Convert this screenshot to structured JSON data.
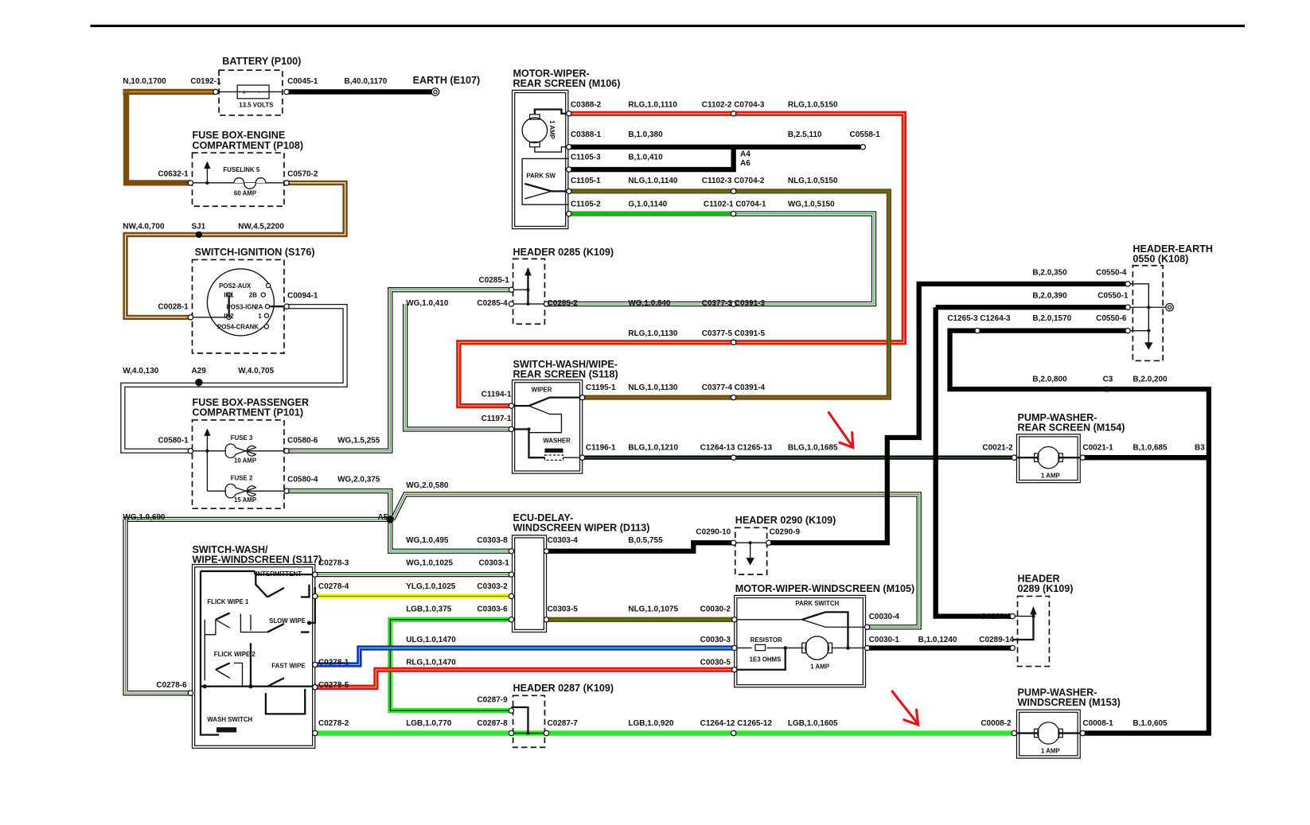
{
  "colors": {
    "N": "#7a4a0e",
    "B": "#000000",
    "W": "#ffffff",
    "G": "#22b022",
    "LG": "#2ee62e",
    "R": "#e3141c",
    "Y": "#f0f01a",
    "U": "#1030b0",
    "stripe_green": "#2a9a2a",
    "stripe_yellow": "#d6b84a",
    "annotation_arrow": "#e3141c"
  },
  "components": {
    "battery": {
      "title": "BATTERY (P100)",
      "rating": "13.5 VOLTS",
      "pos": "+",
      "neg": "−"
    },
    "earth_e107": {
      "title": "EARTH (E107)"
    },
    "fusebox_engine": {
      "title1": "FUSE BOX-ENGINE",
      "title2": "COMPARTMENT (P108)",
      "fuse": "FUSELINK 5",
      "rating": "60 AMP"
    },
    "switch_ignition": {
      "title": "SWITCH-IGNITION (S176)",
      "pos2": "POS2-AUX",
      "in1": "IN1",
      "p2b": "2B",
      "pos3": "POS3-IGN",
      "p2a": "2A",
      "in2": "IN2",
      "p1": "1",
      "pos4": "POS4-CRANK"
    },
    "fusebox_passenger": {
      "title1": "FUSE BOX-PASSENGER",
      "title2": "COMPARTMENT (P101)",
      "fuse3": "FUSE 3",
      "fuse3_rating": "10 AMP",
      "fuse2": "FUSE 2",
      "fuse2_rating": "15 AMP"
    },
    "switch_windscreen": {
      "title1": "SWITCH-WASH/",
      "title2": "WIPE-WINDSCREEN (S117)",
      "intermittent": "INTERMITTENT",
      "flick1": "FLICK WIPE 1",
      "slow": "SLOW WIPE",
      "flick2": "FLICK WIPE 2",
      "fast": "FAST WIPE",
      "wash": "WASH SWITCH"
    },
    "motor_rear": {
      "title1": "MOTOR-WIPER-",
      "title2": "REAR SCREEN (M106)",
      "rating": "1 AMP",
      "park": "PARK SW"
    },
    "header_0285": {
      "title": "HEADER 0285 (K109)"
    },
    "switch_rear": {
      "title1": "SWITCH-WASH/WIPE-",
      "title2": "REAR SCREEN (S118)",
      "wiper": "WIPER",
      "washer": "WASHER"
    },
    "ecu_delay": {
      "title1": "ECU-DELAY-",
      "title2": "WINDSCREEN WIPER (D113)"
    },
    "header_0290": {
      "title": "HEADER 0290 (K109)"
    },
    "motor_windscreen": {
      "title": "MOTOR-WIPER-WINDSCREEN (M105)",
      "park": "PARK SWITCH",
      "resistor": "RESISTOR",
      "ohms": "1E3 OHMS",
      "rating": "1 AMP"
    },
    "header_0287": {
      "title": "HEADER 0287 (K109)"
    },
    "header_earth_0550": {
      "title1": "HEADER-EARTH",
      "title2": "0550 (K108)"
    },
    "header_0289": {
      "title1": "HEADER",
      "title2": "0289 (K109)"
    },
    "pump_rear": {
      "title1": "PUMP-WASHER-",
      "title2": "REAR SCREEN (M154)",
      "rating": "1 AMP"
    },
    "pump_windscreen": {
      "title1": "PUMP-WASHER-",
      "title2": "WINDSCREEN (M153)",
      "rating": "1 AMP"
    }
  },
  "connectors": {
    "c0192_1": "C0192-1",
    "c0045_1": "C0045-1",
    "c0632_1": "C0632-1",
    "c0570_2": "C0570-2",
    "c0028_1": "C0028-1",
    "c0094_1": "C0094-1",
    "c0580_1": "C0580-1",
    "c0580_6": "C0580-6",
    "c0580_4": "C0580-4",
    "c0278_3": "C0278-3",
    "c0278_4": "C0278-4",
    "c0278_1": "C0278-1",
    "c0278_5": "C0278-5",
    "c0278_6": "C0278-6",
    "c0278_2": "C0278-2",
    "c0388_2": "C0388-2",
    "c0388_1": "C0388-1",
    "c1105_3": "C1105-3",
    "c1105_1": "C1105-1",
    "c1105_2": "C1105-2",
    "c1102_2": "C1102-2 C0704-3",
    "c1102_3": "C1102-3 C0704-2",
    "c1102_1": "C1102-1 C0704-1",
    "c0558_1": "C0558-1",
    "c0285_1": "C0285-1",
    "c0285_4": "C0285-4",
    "c0285_2": "C0285-2",
    "c0377_3": "C0377-3 C0391-3",
    "c0377_5": "C0377-5 C0391-5",
    "c0377_4": "C0377-4 C0391-4",
    "c1194_1": "C1194-1",
    "c1197_1": "C1197-1",
    "c1195_1": "C1195-1",
    "c1196_1": "C1196-1",
    "c1264_13": "C1264-13 C1265-13",
    "c0303_8": "C0303-8",
    "c0303_1": "C0303-1",
    "c0303_2": "C0303-2",
    "c0303_6": "C0303-6",
    "c0303_4": "C0303-4",
    "c0303_5": "C0303-5",
    "c0290_10": "C0290-10",
    "c0290_9": "C0290-9",
    "c0030_2": "C0030-2",
    "c0030_3": "C0030-3",
    "c0030_5": "C0030-5",
    "c0030_4": "C0030-4",
    "c0030_1": "C0030-1",
    "c0287_9": "C0287-9",
    "c0287_8": "C0287-8",
    "c0287_7": "C0287-7",
    "c1264_12": "C1264-12 C1265-12",
    "c0550_4": "C0550-4",
    "c0550_1": "C0550-1",
    "c0550_6": "C0550-6",
    "c1265_3": "C1265-3 C1264-3",
    "c0021_2": "C0021-2",
    "c0021_1": "C0021-1",
    "c0289_2": "C0289-2",
    "c0289_14": "C0289-14",
    "c0008_2": "C0008-2",
    "c0008_1": "C0008-1"
  },
  "splices": {
    "sj1": "SJ1",
    "a29": "A29",
    "a5": "A5",
    "a4": "A4",
    "a6": "A6",
    "c3": "C3",
    "b3": "B3"
  },
  "wires": {
    "n_10_1700": "N,10.0,1700",
    "b_40_1170": "B,40.0,1170",
    "nw_4_700": "NW,4.0,700",
    "nw_45_2200": "NW,4.5,2200",
    "w_4_130": "W,4.0,130",
    "w_4_705": "W,4.0,705",
    "wg_15_255": "WG,1.5,255",
    "wg_2_375": "WG,2.0,375",
    "wg_2_580": "WG,2.0,580",
    "wg_1_690": "WG,1.0,690",
    "wg_1_410": "WG,1.0,410",
    "wg_1_495": "WG,1.0,495",
    "wg_1_1025": "WG,1.0,1025",
    "ylg_1_1025": "YLG,1.0,1025",
    "lgb_1_375": "LGB,1.0,375",
    "ulg_1_1470": "ULG,1.0,1470",
    "rlg_1_1470": "RLG,1.0,1470",
    "lgb_1_770": "LGB,1.0,770",
    "rlg_1_1110": "RLG,1.0,1110",
    "rlg_1_5150": "RLG,1.0,5150",
    "b_1_380": "B,1.0,380",
    "b_25_110": "B,2.5,110",
    "b_1_410": "B,1.0,410",
    "nlg_1_1140": "NLG,1.0,1140",
    "nlg_1_5150": "NLG,1.0,5150",
    "g_1_1140": "G,1.0,1140",
    "wg_1_5150": "WG,1.0,5150",
    "wg_1_840": "WG,1.0,840",
    "rlg_1_1130": "RLG,1.0,1130",
    "nlg_1_1130": "NLG,1.0,1130",
    "blg_1_1210": "BLG,1.0,1210",
    "blg_1_1685": "BLG,1.0,1685",
    "b_05_755": "B,0.5,755",
    "nlg_1_1075": "NLG,1.0,1075",
    "lgb_1_920": "LGB,1.0,920",
    "lgb_1_1605": "LGB,1.0,1605",
    "b_2_350": "B,2.0,350",
    "b_2_390": "B,2.0,390",
    "b_2_1570": "B,2.0,1570",
    "b_2_800": "B,2.0,800",
    "b_2_200": "B,2.0,200",
    "b_1_685": "B,1.0,685",
    "b_1_1240": "B,1.0,1240",
    "b_1_605": "B,1.0,605"
  }
}
